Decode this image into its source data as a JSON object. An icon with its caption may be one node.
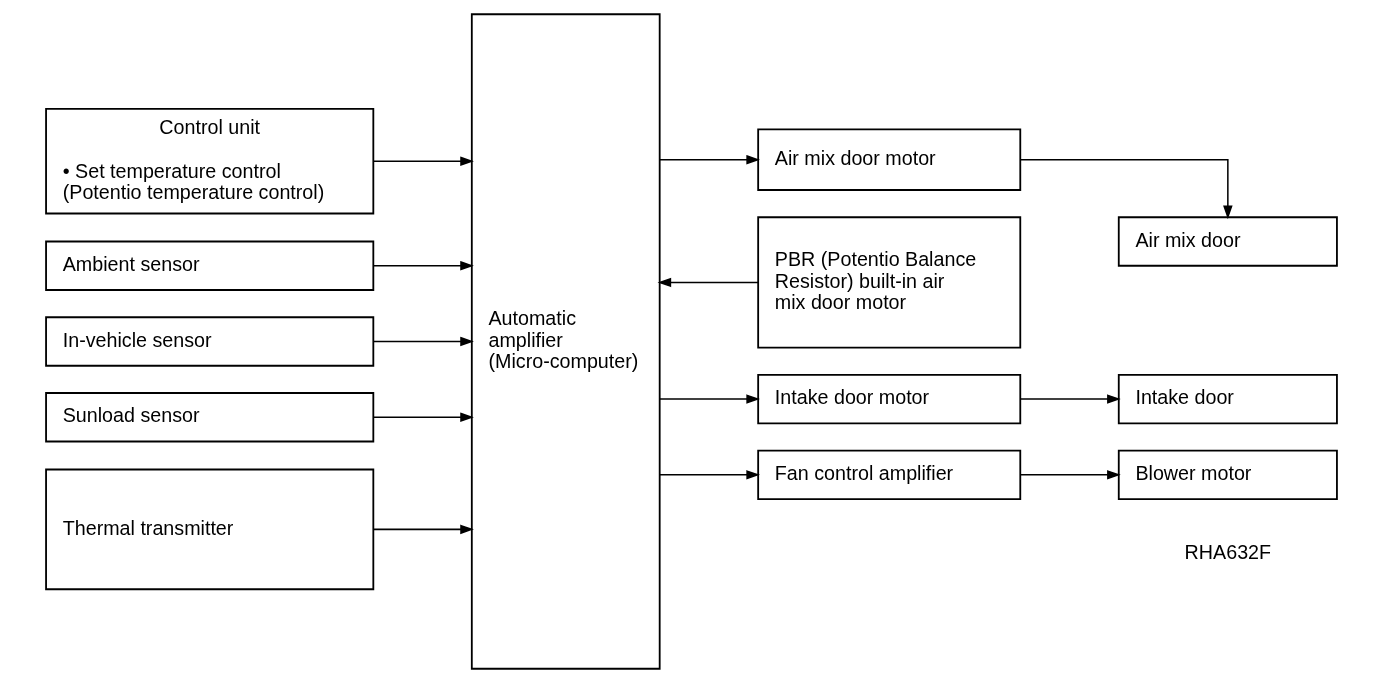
{
  "diagram": {
    "nodes": [
      {
        "text": [
          "Control unit",
          "• Set temperature control (Potentio temperature control)"
        ]
      },
      {
        "text": [
          "Ambient sensor"
        ]
      },
      {
        "text": [
          "In-vehicle sensor"
        ]
      },
      {
        "text": [
          "Sunload sensor"
        ]
      },
      {
        "text": [
          "Thermal transmitter"
        ]
      },
      {
        "text": [
          "Automatic amplifier (Micro-computer)"
        ]
      },
      {
        "text": [
          "Air mix door motor"
        ]
      },
      {
        "text": [
          "PBR (Potentio Balance Resistor) built-in air mix door motor"
        ]
      },
      {
        "text": [
          "Air mix door"
        ]
      },
      {
        "text": [
          "Intake door motor"
        ]
      },
      {
        "text": [
          "Intake door"
        ]
      },
      {
        "text": [
          "Fan control amplifier"
        ]
      },
      {
        "text": [
          "Blower motor"
        ]
      }
    ],
    "edges": [
      {
        "from": 0,
        "to": 5,
        "arrow": "to"
      },
      {
        "from": 1,
        "to": 5,
        "arrow": "to"
      },
      {
        "from": 2,
        "to": 5,
        "arrow": "to"
      },
      {
        "from": 3,
        "to": 5,
        "arrow": "to"
      },
      {
        "from": 4,
        "to": 5,
        "arrow": "to"
      },
      {
        "from": 5,
        "to": 6,
        "arrow": "to"
      },
      {
        "from": 6,
        "to": 8,
        "arrow": "to"
      },
      {
        "from": 7,
        "to": 5,
        "arrow": "to"
      },
      {
        "from": 5,
        "to": 9,
        "arrow": "to"
      },
      {
        "from": 9,
        "to": 10,
        "arrow": "to"
      },
      {
        "from": 5,
        "to": 11,
        "arrow": "to"
      },
      {
        "from": 11,
        "to": 12,
        "arrow": "to"
      }
    ],
    "labels": [
      "RHA632F"
    ]
  }
}
